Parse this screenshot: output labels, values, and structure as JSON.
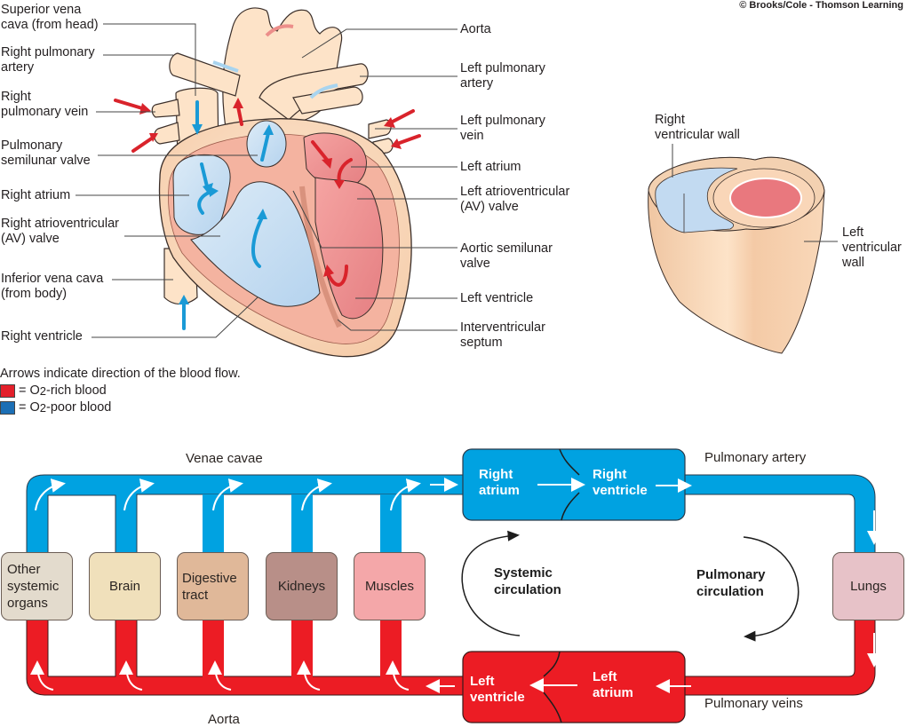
{
  "copyright": "© Brooks/Cole - Thomson Learning",
  "heart": {
    "left_labels": [
      "Superior vena\ncava (from head)",
      "Right pulmonary\nartery",
      "Right\npulmonary vein",
      "Pulmonary\nsemilunar valve",
      "Right atrium",
      "Right atrioventricular\n(AV) valve",
      "Inferior vena cava\n(from body)",
      "Right ventricle"
    ],
    "right_labels": [
      "Aorta",
      "Left pulmonary\nartery",
      "Left pulmonary\nvein",
      "Left atrium",
      "Left atrioventricular\n(AV) valve",
      "Aortic semilunar\nvalve",
      "Left ventricle",
      "Interventricular\nseptum"
    ]
  },
  "cross_section": {
    "right_wall_label": "Right\nventricular wall",
    "left_wall_label": "Left\nventricular\nwall"
  },
  "legend": {
    "caption": "Arrows indicate direction of the blood flow.",
    "items": [
      {
        "prefix": "= O",
        "sub": "2",
        "suffix": "-rich blood",
        "color": "#e3202b"
      },
      {
        "prefix": "= O",
        "sub": "2",
        "suffix": "-poor blood",
        "color": "#1c6fb5"
      }
    ]
  },
  "circulation": {
    "top_vessel": "Venae cavae",
    "bottom_vessel": "Aorta",
    "pulmonary_artery": "Pulmonary artery",
    "pulmonary_veins": "Pulmonary veins",
    "organs": [
      {
        "label": "Other\nsystemic\norgans",
        "color": "#e3dbcd"
      },
      {
        "label": "Brain",
        "color": "#f0e0bb"
      },
      {
        "label": "Digestive\ntract",
        "color": "#e0b899"
      },
      {
        "label": "Kidneys",
        "color": "#b88f88"
      },
      {
        "label": "Muscles",
        "color": "#f4a7a9"
      }
    ],
    "lungs": {
      "label": "Lungs",
      "color": "#e7c2c8"
    },
    "right_heart": {
      "atrium": "Right\natrium",
      "ventricle": "Right\nventricle",
      "color": "#00a2e1"
    },
    "left_heart": {
      "atrium": "Left\natrium",
      "ventricle": "Left\nventricle",
      "color": "#ec1c24"
    },
    "systemic_label": "Systemic\ncirculation",
    "pulmonary_label": "Pulmonary\ncirculation"
  },
  "colors": {
    "o2_poor": "#00a2e1",
    "o2_rich": "#ec1c24",
    "tissue": "#fde3c8",
    "muscle": "#f6b7a4"
  }
}
